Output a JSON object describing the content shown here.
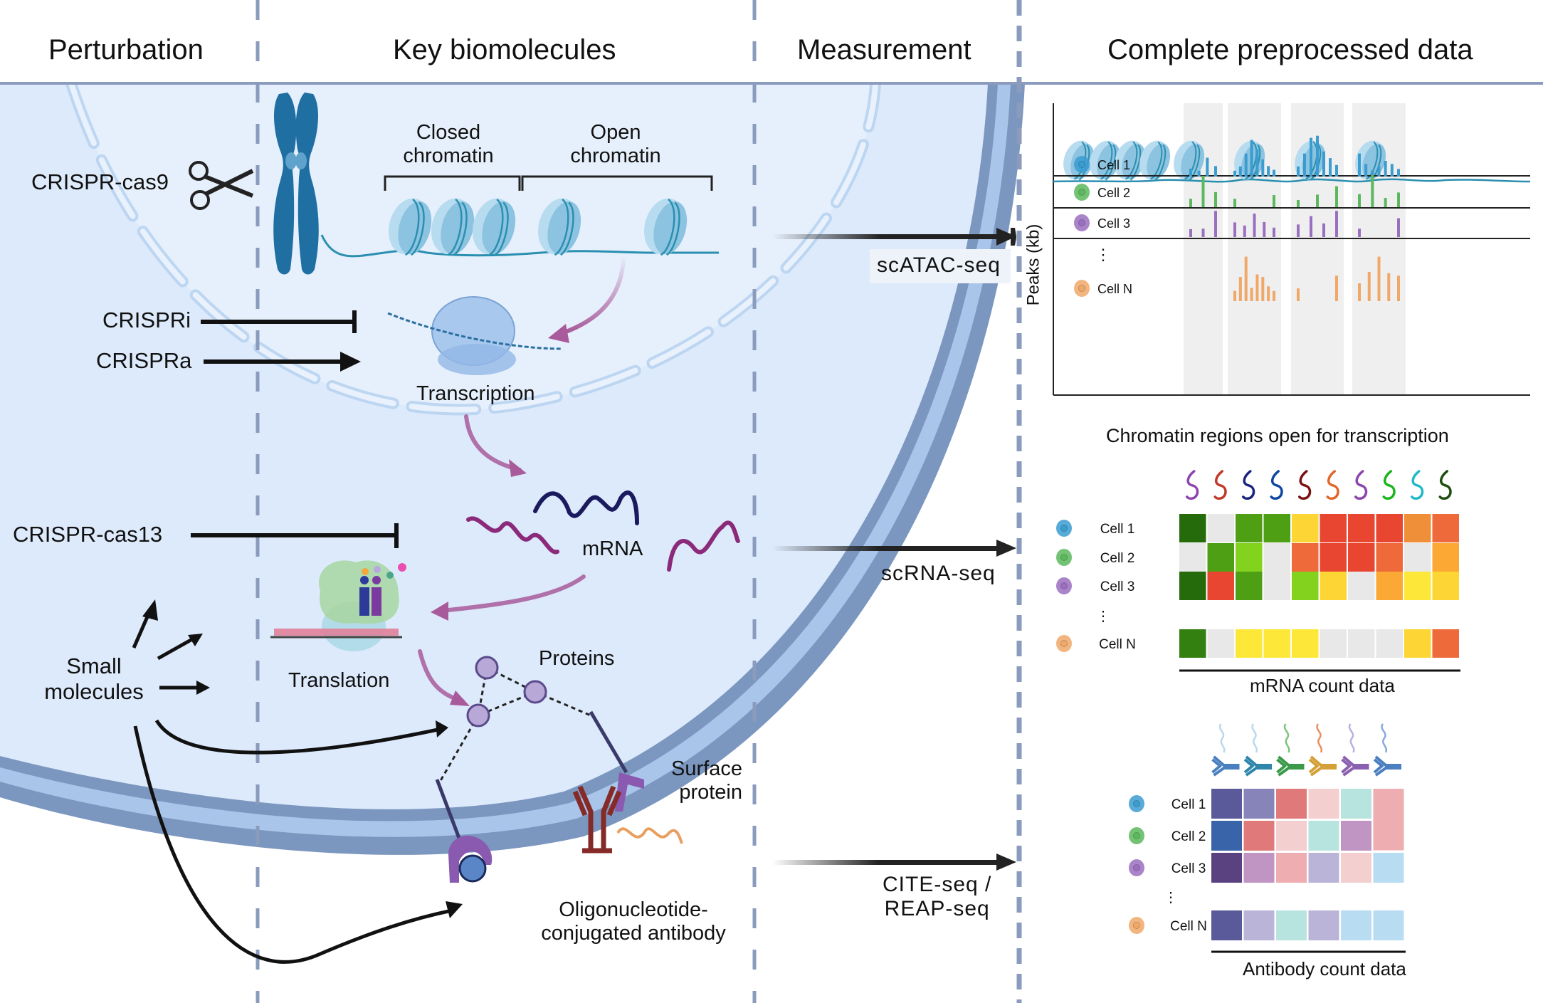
{
  "headers": {
    "perturbation": "Perturbation",
    "key_biomolecules": "Key biomolecules",
    "measurement": "Measurement",
    "complete_data": "Complete preprocessed data"
  },
  "perturbations": {
    "crispr_cas9": "CRISPR-cas9",
    "crispri": "CRISPRi",
    "crispra": "CRISPRa",
    "crispr_cas13": "CRISPR-cas13",
    "small_molecules_line1": "Small",
    "small_molecules_line2": "molecules"
  },
  "biomolecules": {
    "closed_chromatin_1": "Closed",
    "closed_chromatin_2": "chromatin",
    "open_chromatin_1": "Open",
    "open_chromatin_2": "chromatin",
    "transcription": "Transcription",
    "mrna": "mRNA",
    "translation": "Translation",
    "proteins": "Proteins",
    "surface_protein_1": "Surface",
    "surface_protein_2": "protein",
    "antibody_1": "Oligonucleotide-",
    "antibody_2": "conjugated antibody"
  },
  "measurements": {
    "scatac": "scATAC-seq",
    "scrna": "scRNA-seq",
    "cite_1": "CITE-seq /",
    "cite_2": "REAP-seq"
  },
  "colors": {
    "cell1": "#3a9ccf",
    "cell2": "#5cb85c",
    "cell3": "#9b6fc0",
    "cellN": "#f0a868",
    "membrane_dark": "#7c97bf",
    "membrane_light": "#a9c6ea",
    "cytoplasm": "#ddeafb",
    "divider": "#8a9bbd",
    "flow_arrow": "#a85a9a"
  },
  "chart_data": [
    {
      "type": "bar",
      "title": "",
      "xlabel": "Chromatin regions open for transcription",
      "ylabel": "Peaks (kb)",
      "rows": [
        {
          "name": "Cell 1",
          "color": "#3a9ccf"
        },
        {
          "name": "Cell 2",
          "color": "#5cb85c"
        },
        {
          "name": "Cell 3",
          "color": "#9b6fc0"
        },
        {
          "name": "Cell N",
          "color": "#f0a868"
        }
      ],
      "ellipsis": "⋮",
      "open_regions": 4,
      "series": [
        {
          "name": "Cell 1",
          "groups": [
            [
              0.38,
              0.28,
              0.9,
              0.5
            ],
            [
              0.28,
              0.48,
              1.1,
              1.75,
              1.3,
              0.82,
              0.5,
              0.32
            ],
            [
              0.48,
              1.1,
              1.85,
              1.95,
              1.2,
              0.88,
              0.55
            ],
            [
              1.1,
              0.6,
              0.3,
              0.5,
              0.75,
              0.6,
              0.36
            ]
          ]
        },
        {
          "name": "Cell 2",
          "groups": [
            [
              0.4,
              1.5,
              0.72
            ],
            [
              0.4,
              0.58
            ],
            [
              0.34,
              0.6,
              1.0
            ],
            [
              0.62,
              1.54,
              0.44,
              0.7
            ]
          ]
        },
        {
          "name": "Cell 3",
          "groups": [
            [
              0.38,
              0.4,
              1.25
            ],
            [
              0.7,
              0.55,
              1.12,
              0.72,
              0.45
            ],
            [
              0.6,
              1.0,
              0.65,
              1.25
            ],
            [
              0.4,
              0.9
            ]
          ]
        },
        {
          "name": "Cell N",
          "groups": [
            [],
            [
              0.4,
              0.95,
              1.75,
              0.52,
              1.05,
              0.95,
              0.58,
              0.4
            ],
            [
              0.5,
              1.0
            ],
            [
              0.7,
              1.15,
              1.75,
              1.1,
              1.0
            ]
          ]
        }
      ]
    },
    {
      "type": "heatmap",
      "xlabel": "mRNA count data",
      "rows": [
        "Cell 1",
        "Cell 2",
        "Cell 3",
        "Cell N"
      ],
      "row_colors": [
        "#3a9ccf",
        "#5cb85c",
        "#9b6fc0",
        "#f0a868"
      ],
      "ellipsis": "⋮",
      "column_icons": [
        "#8e44ad",
        "#c0392b",
        "#1a237e",
        "#0d47a1",
        "#7b1010",
        "#e0662a",
        "#8e44ad",
        "#19b51e",
        "#20b8c8",
        "#1e4d0f"
      ],
      "cells": [
        [
          "#256b0b",
          "#e8e8e8",
          "#4e9f13",
          "#4e9f13",
          "#fdd535",
          "#e84630",
          "#e84630",
          "#e84630",
          "#ef8f3a",
          "#ee6a3a"
        ],
        [
          "#e8e8e8",
          "#4e9f13",
          "#82d21e",
          "#e8e8e8",
          "#ee6a3a",
          "#e84630",
          "#e84630",
          "#ee6a3a",
          "#e8e8e8",
          "#fba934"
        ],
        [
          "#256b0b",
          "#e84630",
          "#4e9f13",
          "#e8e8e8",
          "#82d21e",
          "#fdd535",
          "#e8e8e8",
          "#fba934",
          "#fde83a",
          "#fdd535"
        ],
        [
          "#337f10",
          "#e8e8e8",
          "#fde83a",
          "#fde83a",
          "#fde83a",
          "#e8e8e8",
          "#e8e8e8",
          "#e8e8e8",
          "#fdd535",
          "#ee6a3a"
        ]
      ]
    },
    {
      "type": "heatmap",
      "xlabel": "Antibody count data",
      "rows": [
        "Cell 1",
        "Cell 2",
        "Cell 3",
        "Cell N"
      ],
      "row_colors": [
        "#3a9ccf",
        "#5cb85c",
        "#9b6fc0",
        "#f0a868"
      ],
      "ellipsis": "⋮",
      "column_icons": [
        {
          "body": "#4a7fc0",
          "tail": "#b8d8f0"
        },
        {
          "body": "#2e86ab",
          "tail": "#b8d8f0"
        },
        {
          "body": "#3a9a4a",
          "tail": "#7cc47c"
        },
        {
          "body": "#d4a037",
          "tail": "#e89060"
        },
        {
          "body": "#8a60b0",
          "tail": "#b8b0e0"
        },
        {
          "body": "#4a7fc0",
          "tail": "#8aa8d8"
        }
      ],
      "cells": [
        [
          "#5a5a9a",
          "#8684b8",
          "#e07a7a",
          "#f4cfd0",
          "#b8e4df",
          "#eeadb0"
        ],
        [
          "#3a64aa",
          "#e07a7a",
          "#f4cfd0",
          "#b8e4df",
          "#c095c4",
          "#eeadb0"
        ],
        [
          "#59427f",
          "#c095c4",
          "#eeadb0",
          "#bab4d8",
          "#f4cfd0",
          "#b8dcf2"
        ],
        [
          "#5a5a9a",
          "#bab4d8",
          "#b8e4df",
          "#bab4d8",
          "#b8dcf2",
          "#b8dcf2"
        ]
      ],
      "merged_cells": [
        {
          "column": 5,
          "rows": [
            0,
            1
          ]
        }
      ]
    }
  ]
}
